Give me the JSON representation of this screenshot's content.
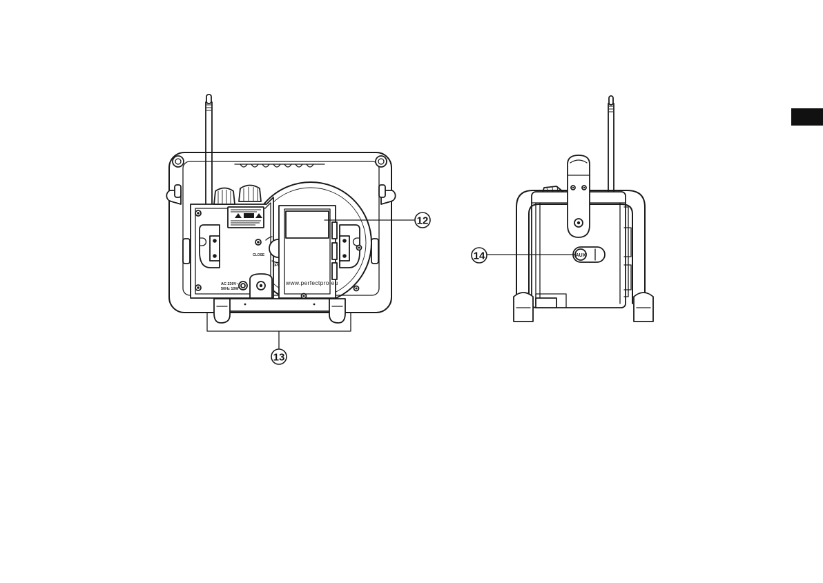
{
  "callouts": {
    "c12": "12",
    "c13": "13",
    "c14": "14"
  },
  "rear_view": {
    "url": "www.perfectpro.eu",
    "close_label": "CLOSE",
    "open_label": "OPEN",
    "power_line1": "AC 230V~",
    "power_line2": "50Hz 10W"
  },
  "side_view": {
    "aux_label": "AUX"
  },
  "tab_color": "#111111"
}
